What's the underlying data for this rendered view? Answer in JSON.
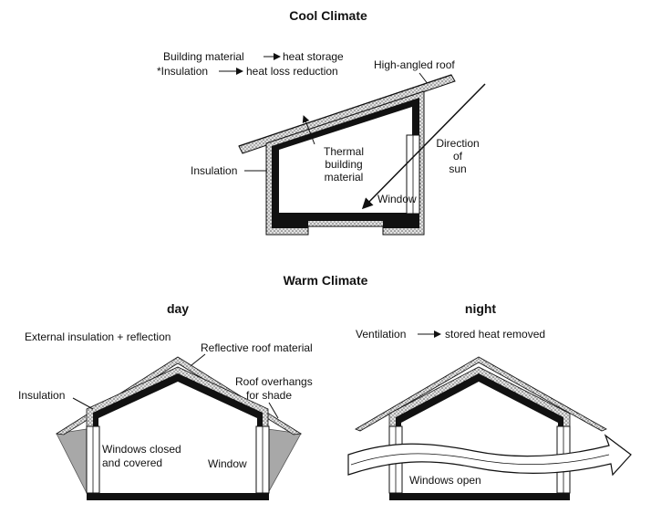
{
  "cool": {
    "title": "Cool Climate",
    "note1_a": "Building material",
    "note1_b": "heat storage",
    "note2_a": "*Insulation",
    "note2_b": "heat loss reduction",
    "roof_label": "High-angled roof",
    "thermal_1": "Thermal",
    "thermal_2": "building",
    "thermal_3": "material",
    "insulation": "Insulation",
    "window": "Window",
    "sun_1": "Direction",
    "sun_2": "of",
    "sun_3": "sun"
  },
  "warm": {
    "title": "Warm Climate",
    "day": {
      "heading": "day",
      "external": "External insulation + reflection",
      "reflective": "Reflective roof material",
      "insulation": "Insulation",
      "overhang_1": "Roof overhangs",
      "overhang_2": "for shade",
      "windows_1": "Windows closed",
      "windows_2": "and covered",
      "window": "Window"
    },
    "night": {
      "heading": "night",
      "ventilation_a": "Ventilation",
      "ventilation_b": "stored heat removed",
      "windows": "Windows open"
    }
  },
  "colors": {
    "wall": "#111111",
    "insulation": "#cfcfcf",
    "shade": "#a8a8a8"
  }
}
